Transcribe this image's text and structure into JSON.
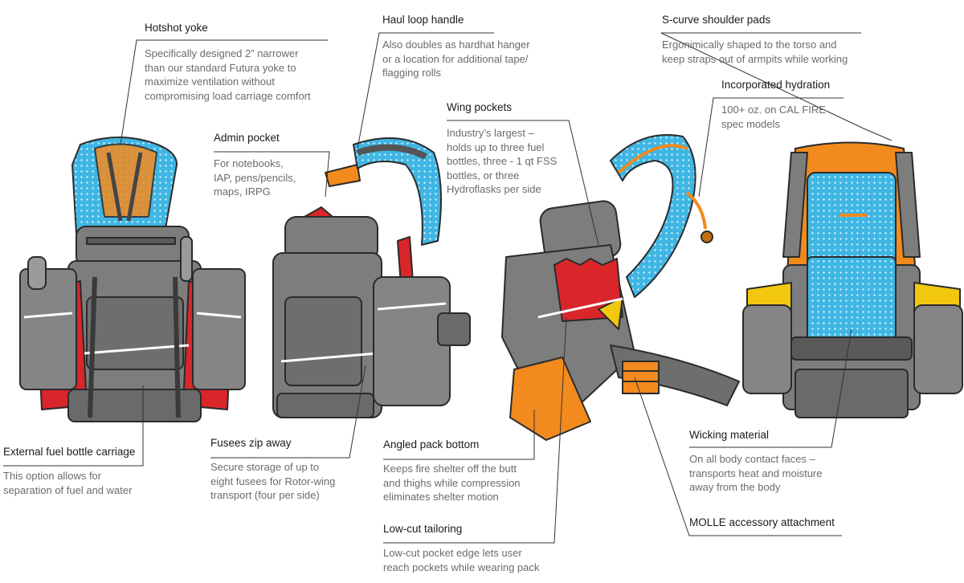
{
  "callouts": {
    "hotshot_yoke": {
      "title": "Hotshot yoke",
      "desc": "Specifically designed 2” narrower\nthan our standard Futura yoke to\nmaximize ventilation without\ncompromising load carriage comfort"
    },
    "haul_loop": {
      "title": "Haul loop handle",
      "desc": "Also doubles as hardhat hanger\nor a location for additional tape/\nflagging rolls"
    },
    "s_curve": {
      "title": "S-curve shoulder pads",
      "desc": "Ergonimically shaped to the torso and\nkeep straps out of armpits while working"
    },
    "hydration": {
      "title": "Incorporated hydration",
      "desc": "100+ oz. on CAL FIRE\nspec models"
    },
    "wing_pockets": {
      "title": "Wing pockets",
      "desc": "Industry’s largest –\nholds up to three fuel\nbottles, three - 1 qt FSS\nbottles, or three\nHydroflasks per side"
    },
    "admin_pocket": {
      "title": "Admin pocket",
      "desc": "For notebooks,\nIAP, pens/pencils,\nmaps, IRPG"
    },
    "fuel_bottle": {
      "title": "External fuel bottle carriage",
      "desc": "This option allows for\nseparation of fuel and water"
    },
    "fusees": {
      "title": "Fusees zip away",
      "desc": "Secure storage of up to\neight fusees for Rotor-wing\ntransport (four per side)"
    },
    "angled_bottom": {
      "title": "Angled pack bottom",
      "desc": "Keeps fire shelter off the butt\nand thighs while compression\neliminates shelter motion"
    },
    "low_cut": {
      "title": "Low-cut tailoring",
      "desc": "Low-cut pocket edge lets user\nreach pockets while wearing pack"
    },
    "wicking": {
      "title": "Wicking material",
      "desc": "On all body contact faces –\ntransports heat and moisture\naway from the body"
    },
    "molle": {
      "title": "MOLLE accessory attachment"
    }
  },
  "colors": {
    "pack_gray": "#7d7d7d",
    "pack_dark": "#5a5a5a",
    "harness_blue": "#3fb6e3",
    "accent_orange": "#f28a1e",
    "bottle_red": "#d8262b",
    "accent_yellow": "#f2c80f",
    "leader_line": "#333333"
  }
}
